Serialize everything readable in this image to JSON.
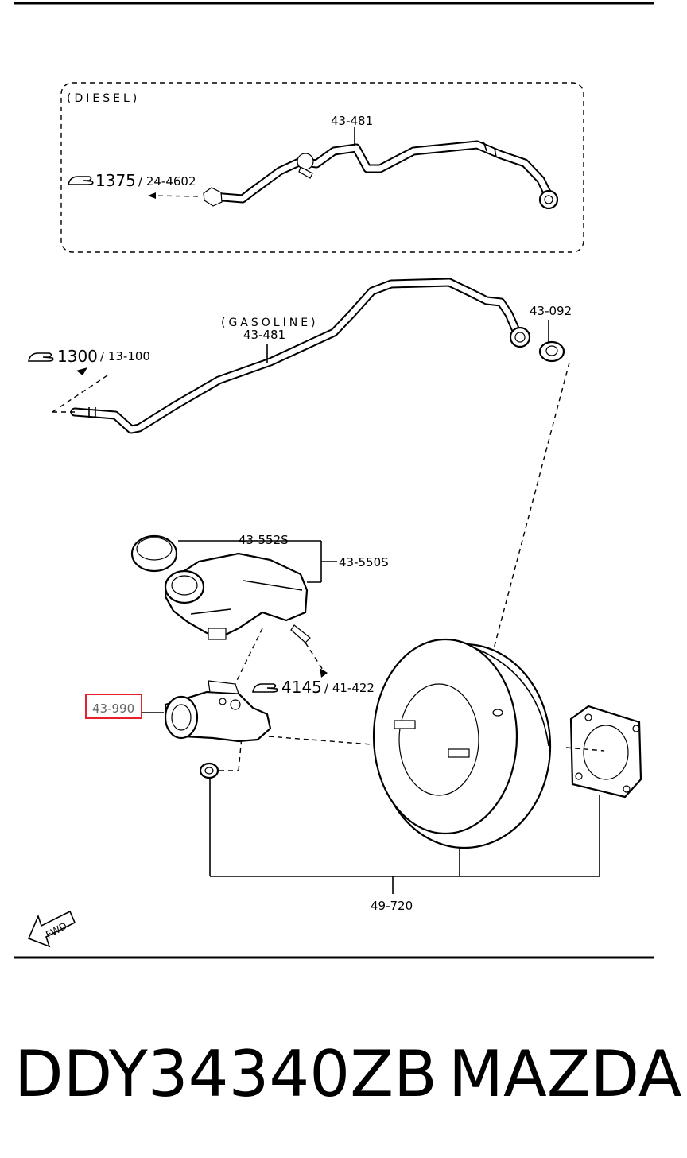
{
  "diagram": {
    "diesel_tag": "(DIESEL)",
    "gasoline_tag": "(GASOLINE)",
    "labels": {
      "diesel_pipe": "43-481",
      "gasoline_pipe": "43-481",
      "grommet": "43-092",
      "cap": "43-552S",
      "reservoir": "43-550S",
      "master_cylinder": "43-990",
      "booster": "49-720"
    },
    "refs": {
      "diesel": {
        "group": "1375",
        "sub": "/ 24-4602"
      },
      "gasoline": {
        "group": "1300",
        "sub": "/ 13-100"
      },
      "brake": {
        "group": "4145",
        "sub": "/ 41-422"
      }
    },
    "fwd": "FWD",
    "highlight_color": "#e8202a"
  },
  "footer": {
    "part_number": "DDY34340ZB",
    "brand": "MAZDA"
  }
}
